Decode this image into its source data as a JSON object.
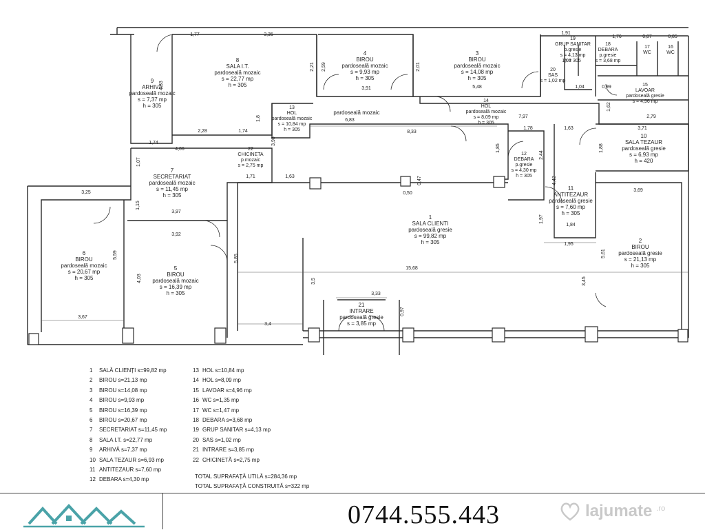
{
  "rooms": [
    {
      "id": "room-1",
      "number": "1",
      "name": "SALA CLIENTI",
      "floor": "pardoseală gresie",
      "area": "s = 99,82 mp",
      "height": "h = 305"
    },
    {
      "id": "room-2",
      "number": "2",
      "name": "BIROU",
      "floor": "pardoseală gresie",
      "area": "s = 21,13 mp",
      "height": "h = 305"
    },
    {
      "id": "room-3",
      "number": "3",
      "name": "BIROU",
      "floor": "pardoseală mozaic",
      "area": "s = 14,08 mp",
      "height": "h = 305"
    },
    {
      "id": "room-4",
      "number": "4",
      "name": "BIROU",
      "floor": "pardoseală mozaic",
      "area": "s = 9,93 mp",
      "height": "h = 305"
    },
    {
      "id": "room-5",
      "number": "5",
      "name": "BIROU",
      "floor": "pardoseală mozaic",
      "area": "s = 16,39 mp",
      "height": "h = 305"
    },
    {
      "id": "room-6",
      "number": "6",
      "name": "BIROU",
      "floor": "pardoseală mozaic",
      "area": "s = 20,67 mp",
      "height": "h = 305"
    },
    {
      "id": "room-7",
      "number": "7",
      "name": "SECRETARIAT",
      "floor": "pardoseală mozaic",
      "area": "s = 11,45 mp",
      "height": "h = 305"
    },
    {
      "id": "room-8",
      "number": "8",
      "name": "SALA I.T.",
      "floor": "pardoseală mozaic",
      "area": "s = 22,77 mp",
      "height": "h = 305"
    },
    {
      "id": "room-9",
      "number": "9",
      "name": "ARHIVĂ",
      "floor": "pardoseală mozaic",
      "area": "s = 7,37 mp",
      "height": "h = 305"
    },
    {
      "id": "room-10",
      "number": "10",
      "name": "SALA TEZAUR",
      "floor": "pardoseală gresie",
      "area": "s = 6,93 mp",
      "height": "h = 420"
    },
    {
      "id": "room-11",
      "number": "11",
      "name": "ANTITEZAUR",
      "floor": "pardoseală gresie",
      "area": "s = 7,60 mp",
      "height": "h = 305"
    },
    {
      "id": "room-12",
      "number": "12",
      "name": "DEBARA",
      "floor": "p.gresie",
      "area": "s = 4,30 mp",
      "height": "h = 305"
    },
    {
      "id": "room-13",
      "number": "13",
      "name": "HOL",
      "floor": "pardoseală mozaic",
      "area": "s = 10,84 mp",
      "height": "h = 305"
    },
    {
      "id": "room-14",
      "number": "14",
      "name": "HOL",
      "floor": "pardoseală mozaic",
      "area": "s = 8,09 mp",
      "height": "h = 305"
    },
    {
      "id": "room-15",
      "number": "15",
      "name": "LAVOAR",
      "floor": "pardoseală gresie",
      "area": "s = 4,96 mp",
      "height": ""
    },
    {
      "id": "room-16",
      "number": "16",
      "name": "WC",
      "floor": "",
      "area": "",
      "height": ""
    },
    {
      "id": "room-17",
      "number": "17",
      "name": "WC",
      "floor": "",
      "area": "",
      "height": ""
    },
    {
      "id": "room-18",
      "number": "18",
      "name": "DEBARA",
      "floor": "p.gresie",
      "area": "s = 3,68 mp",
      "height": ""
    },
    {
      "id": "room-19",
      "number": "19",
      "name": "GRUP SANITAR",
      "floor": "p.gresie",
      "area": "s = 4,13 mp",
      "height": "h = 305"
    },
    {
      "id": "room-20",
      "number": "20",
      "name": "SAS",
      "floor": "",
      "area": "s = 1,02 mp",
      "height": ""
    },
    {
      "id": "room-21",
      "number": "21",
      "name": "INTRARE",
      "floor": "pardoseală gresie",
      "area": "s = 3,85 mp",
      "height": ""
    },
    {
      "id": "room-22",
      "number": "22",
      "name": "CHICINETA",
      "floor": "p.mozaic",
      "area": "s = 2,75 mp",
      "height": ""
    }
  ],
  "floor_hol": "pardoseală mozaic",
  "dimensions": [
    "1,77",
    "3,35",
    "2,21",
    "2,59",
    "3,91",
    "2,01",
    "5,48",
    "1,91",
    "1,76",
    "0,87",
    "0,85",
    "1,03",
    "1,04",
    "0,99",
    "1,62",
    "2,79",
    "3,71",
    "4,33",
    "2,28",
    "1,74",
    "1,74",
    "4,06",
    "1,07",
    "3,98",
    "1,71",
    "1,63",
    "8,33",
    "6,83",
    "7,97",
    "1,85",
    "2,44",
    "1,78",
    "1,63",
    "1,88",
    "3,69",
    "4,42",
    "1,97",
    "1,84",
    "1,95",
    "3,25",
    "5,59",
    "3,97",
    "1,15",
    "3,92",
    "4,03",
    "5,85",
    "0,50",
    "15,68",
    "3,5",
    "3,33",
    "0,97",
    "3,45",
    "5,61",
    "3,67",
    "3,4",
    "1,8",
    "0,47"
  ],
  "legend_left": [
    {
      "n": "1",
      "text": "SALĂ CLIENȚI s=99,82 mp"
    },
    {
      "n": "2",
      "text": "BIROU s=21,13 mp"
    },
    {
      "n": "3",
      "text": "BIROU s=14,08 mp"
    },
    {
      "n": "4",
      "text": "BIROU s=9,93 mp"
    },
    {
      "n": "5",
      "text": "BIROU s=16,39 mp"
    },
    {
      "n": "6",
      "text": "BIROU s=20,67 mp"
    },
    {
      "n": "7",
      "text": "SECRETARIAT s=11,45 mp"
    },
    {
      "n": "8",
      "text": "SALA I.T. s=22,77 mp"
    },
    {
      "n": "9",
      "text": "ARHIVĂ s=7,37 mp"
    },
    {
      "n": "10",
      "text": "SALA TEZAUR s=6,93 mp"
    },
    {
      "n": "11",
      "text": "ANTITEZAUR s=7,60 mp"
    },
    {
      "n": "12",
      "text": "DEBARA s=4,30 mp"
    }
  ],
  "legend_right": [
    {
      "n": "13",
      "text": "HOL s=10,84 mp"
    },
    {
      "n": "14",
      "text": "HOL s=8,09 mp"
    },
    {
      "n": "15",
      "text": "LAVOAR s=4,96 mp"
    },
    {
      "n": "16",
      "text": "WC s=1,35 mp"
    },
    {
      "n": "17",
      "text": "WC s=1,47 mp"
    },
    {
      "n": "18",
      "text": "DEBARA s=3,68 mp"
    },
    {
      "n": "19",
      "text": "GRUP SANITAR s=4,13 mp"
    },
    {
      "n": "20",
      "text": "SAS s=1,02 mp"
    },
    {
      "n": "21",
      "text": "INTRARE s=3,85 mp"
    },
    {
      "n": "22",
      "text": "CHICINETĂ s=2,75 mp"
    }
  ],
  "totals": {
    "useful": "TOTAL SUPRAFAȚĂ UTILĂ s=284,36 mp",
    "built": "TOTAL SUPRAFAȚĂ CONSTRUITĂ s=322 mp"
  },
  "phone": "0744.555.443",
  "watermark": {
    "text": "lajumate",
    "tld": ".ro"
  },
  "colors": {
    "walls": "#2b2b2b",
    "logo": "#4aa3a8",
    "watermark": "#c9c9c9"
  }
}
